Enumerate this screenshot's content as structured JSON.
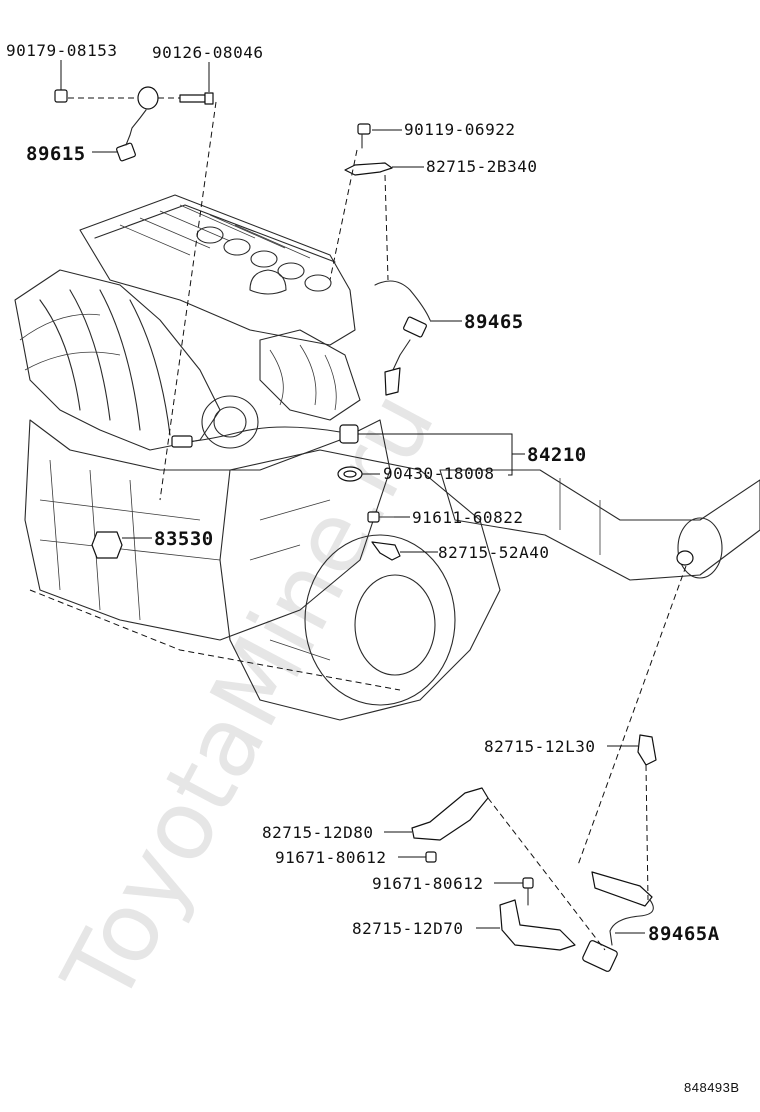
{
  "watermark": "ToyotaMine.ru",
  "diagram_code": "848493B",
  "labels": {
    "p90179_08153": "90179-08153",
    "p90126_08046": "90126-08046",
    "p89615": "89615",
    "p90119_06922": "90119-06922",
    "p82715_2B340": "82715-2B340",
    "p89465": "89465",
    "p84210": "84210",
    "p90430_18008": "90430-18008",
    "p91611_60822": "91611-60822",
    "p83530": "83530",
    "p82715_52A40": "82715-52A40",
    "p82715_12L30": "82715-12L30",
    "p82715_12D80": "82715-12D80",
    "p91671_80612_a": "91671-80612",
    "p91671_80612_b": "91671-80612",
    "p82715_12D70": "82715-12D70",
    "p89465A": "89465A"
  }
}
